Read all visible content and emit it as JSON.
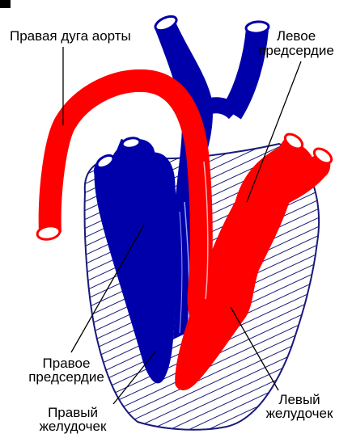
{
  "diagram": {
    "labels": {
      "right_aortic_arch": "Правая дуга аорты",
      "left_atrium_line1": "Левое",
      "left_atrium_line2": "предсердие",
      "right_atrium_line1": "Правое",
      "right_atrium_line2": "предсердие",
      "right_ventricle_line1": "Правый",
      "right_ventricle_line2": "желудочек",
      "left_ventricle_line1": "Левый",
      "left_ventricle_line2": "желудочек"
    },
    "colors": {
      "oxygenated": "#ff0000",
      "deoxygenated": "#0000aa",
      "septum_hatch": "#1a1a7a",
      "leader_line": "#000000"
    }
  }
}
